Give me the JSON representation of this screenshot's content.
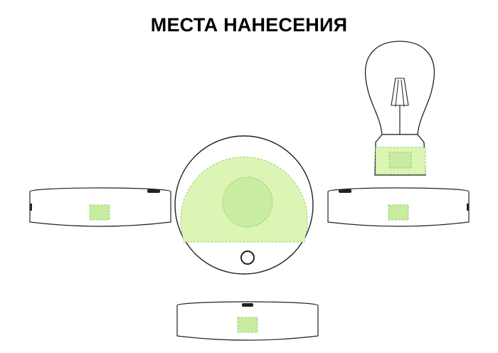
{
  "title": "МЕСТА НАНЕСЕНИЯ",
  "colors": {
    "outline": "#222222",
    "imprint_fill": "#dcf5b4",
    "imprint_area_fill": "#c8eda0",
    "imprint_border": "#9ccc70",
    "background": "#ffffff"
  },
  "views": [
    {
      "name": "side-view-left",
      "icon": "speaker-base-side"
    },
    {
      "name": "top-view",
      "icon": "speaker-base-top"
    },
    {
      "name": "side-view-right",
      "icon": "speaker-base-side"
    },
    {
      "name": "bulb-view",
      "icon": "light-bulb"
    },
    {
      "name": "side-view-bottom",
      "icon": "speaker-base-side"
    }
  ]
}
